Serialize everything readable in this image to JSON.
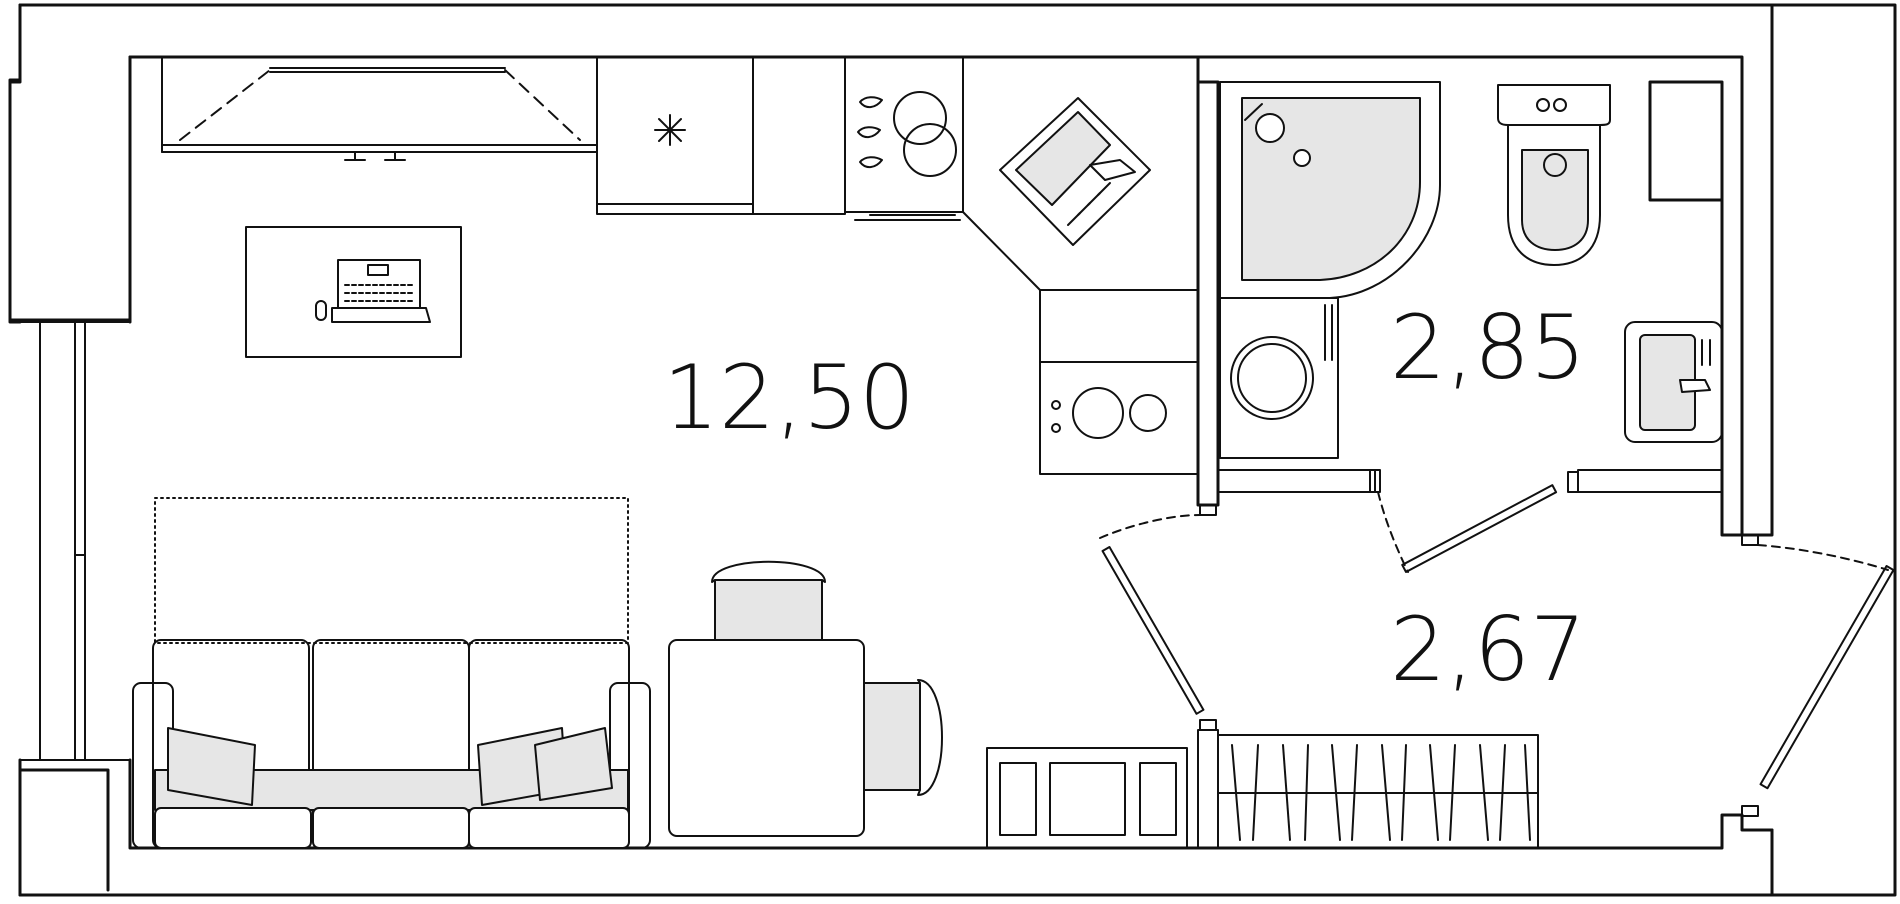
{
  "rooms": [
    {
      "id": "living-room",
      "area": "12,50"
    },
    {
      "id": "bathroom",
      "area": "2,85"
    },
    {
      "id": "hallway",
      "area": "2,67"
    }
  ],
  "colors": {
    "stroke": "#111111",
    "fixture_fill": "#e6e6e6",
    "background": "#ffffff"
  }
}
